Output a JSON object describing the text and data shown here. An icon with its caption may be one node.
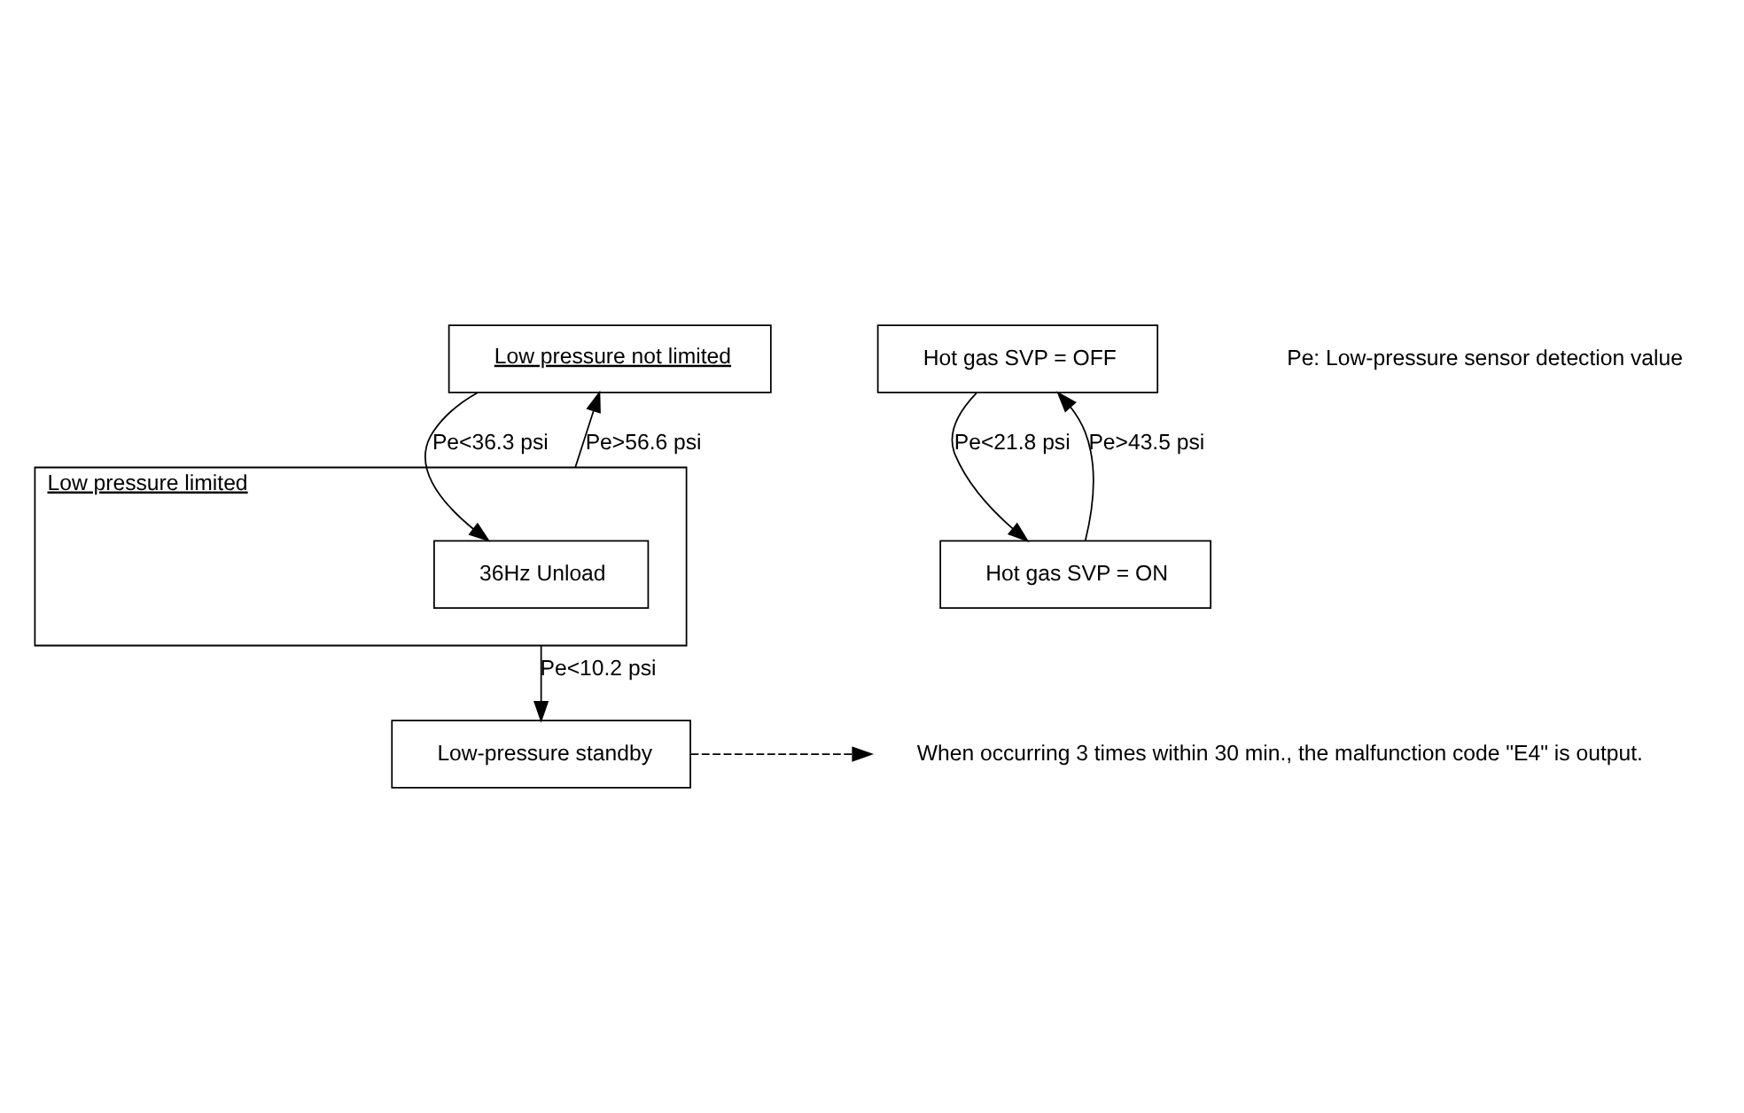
{
  "diagram": {
    "nodes": [
      {
        "text": [
          "Low pressure not limited"
        ]
      },
      {
        "text": [
          "Low pressure limited"
        ]
      },
      {
        "text": [
          "36Hz Unload"
        ],
        "in": 1
      },
      {
        "text": [
          "Low-pressure standby"
        ]
      },
      {
        "text": [
          "When occurring 3 times within 30 min., the malfunction code \"E4\" is output."
        ]
      },
      {
        "text": [
          "Hot gas SVP = OFF"
        ]
      },
      {
        "text": [
          "Hot gas SVP = ON"
        ]
      }
    ],
    "edges": [
      {
        "from": 0,
        "to": 2,
        "arrow": "to",
        "label": "Pe<36.3 psi"
      },
      {
        "from": 1,
        "to": 0,
        "arrow": "to",
        "label": "Pe>56.6 psi"
      },
      {
        "from": 1,
        "to": 3,
        "arrow": "to",
        "label": "Pe<10.2 psi"
      },
      {
        "from": 3,
        "to": 4,
        "arrow": "to",
        "style": "dashed"
      },
      {
        "from": 5,
        "to": 6,
        "arrow": "to",
        "label": "Pe<21.8 psi"
      },
      {
        "from": 6,
        "to": 5,
        "arrow": "to",
        "label": "Pe>43.5 psi"
      }
    ],
    "labels": [
      "Pe: Low-pressure sensor detection value"
    ]
  }
}
